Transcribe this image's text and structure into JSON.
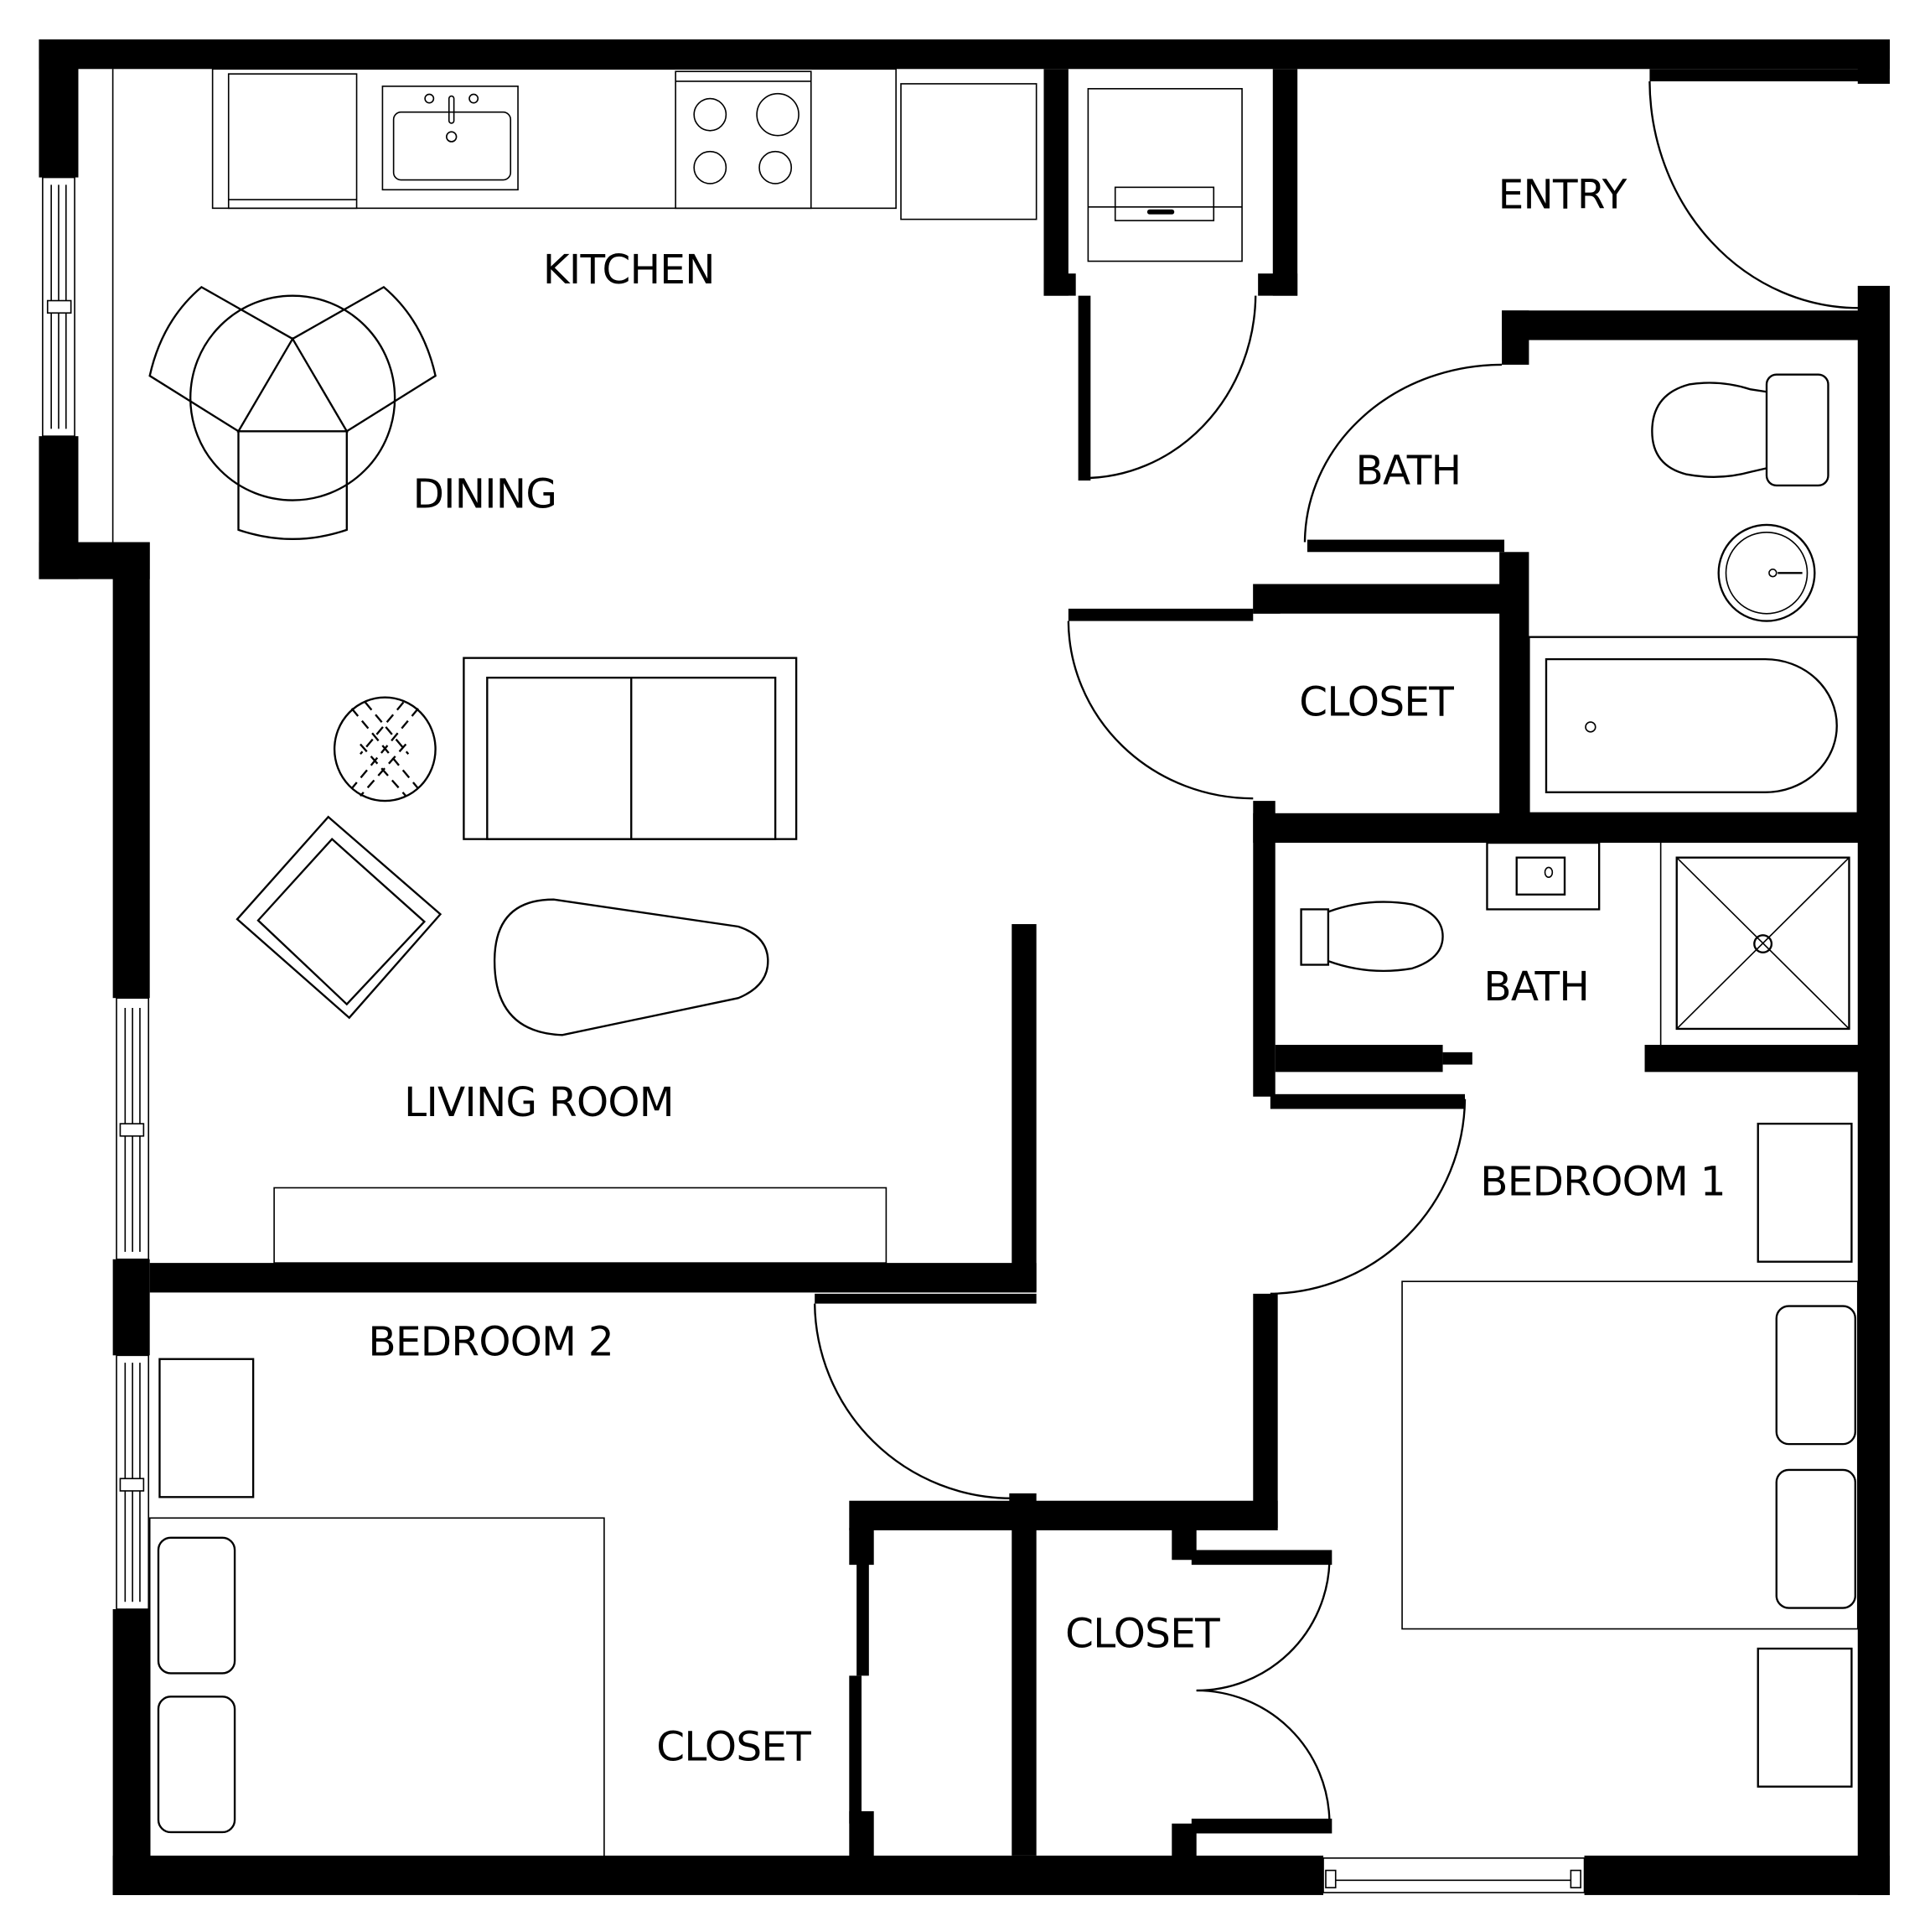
{
  "floorplan": {
    "rooms": {
      "kitchen": {
        "label": "KITCHEN"
      },
      "dining": {
        "label": "DINING"
      },
      "living_room": {
        "label": "LIVING ROOM"
      },
      "entry": {
        "label": "ENTRY"
      },
      "bath_hall": {
        "label": "BATH"
      },
      "closet_hall": {
        "label": "CLOSET"
      },
      "bath_master": {
        "label": "BATH"
      },
      "bedroom_1": {
        "label": "BEDROOM 1"
      },
      "bedroom_2": {
        "label": "BEDROOM 2"
      },
      "closet_bedroom_2": {
        "label": "CLOSET"
      },
      "closet_bedroom_1": {
        "label": "CLOSET"
      }
    },
    "colors": {
      "walls": "#000000",
      "background": "#ffffff",
      "lines": "#000000"
    }
  }
}
